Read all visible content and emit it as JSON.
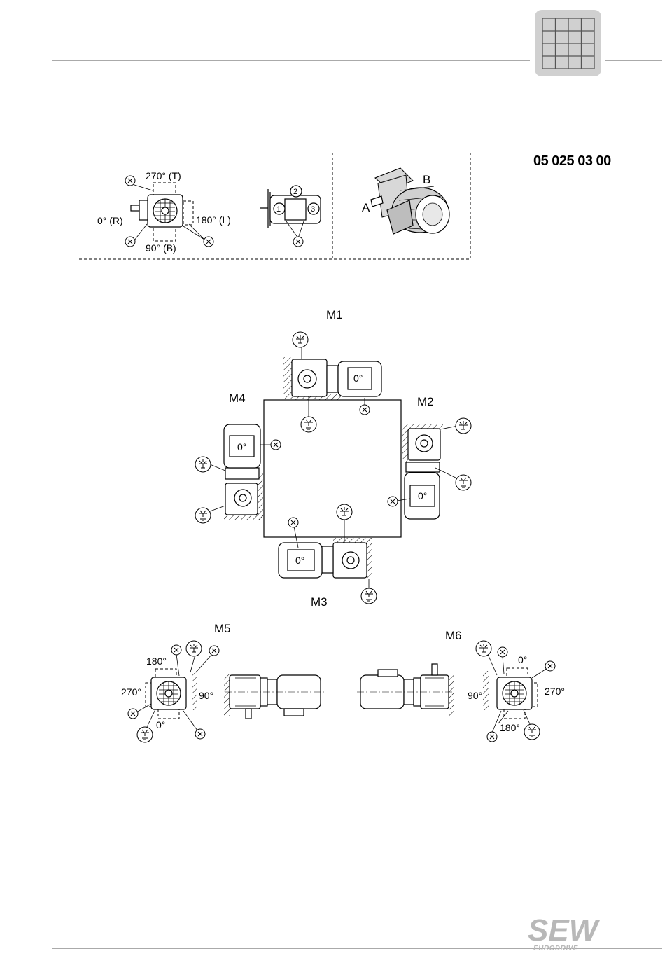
{
  "header": {
    "code": "05 025 03 00",
    "tab_icon": "grid-icon"
  },
  "top_left": {
    "pos_270": "270° (T)",
    "pos_0": "0° (R)",
    "pos_180": "180° (L)",
    "pos_90": "90° (B)",
    "x_marker": "X",
    "side_1": "1",
    "side_2": "2",
    "side_3": "3"
  },
  "top_right": {
    "side_a": "A",
    "side_b": "B"
  },
  "main": {
    "m1": "M1",
    "m2": "M2",
    "m3": "M3",
    "m4": "M4",
    "motor_angle": "0°",
    "x_marker": "X"
  },
  "bottom": {
    "m5": "M5",
    "m6": "M6",
    "m5_180": "180°",
    "m5_270": "270°",
    "m5_90": "90°",
    "m5_0": "0°",
    "m6_0": "0°",
    "m6_90": "90°",
    "m6_270": "270°",
    "m6_180": "180°",
    "x_marker": "X"
  },
  "footer": {
    "logo_main": "SEW",
    "logo_sub": "EURODRIVE"
  }
}
